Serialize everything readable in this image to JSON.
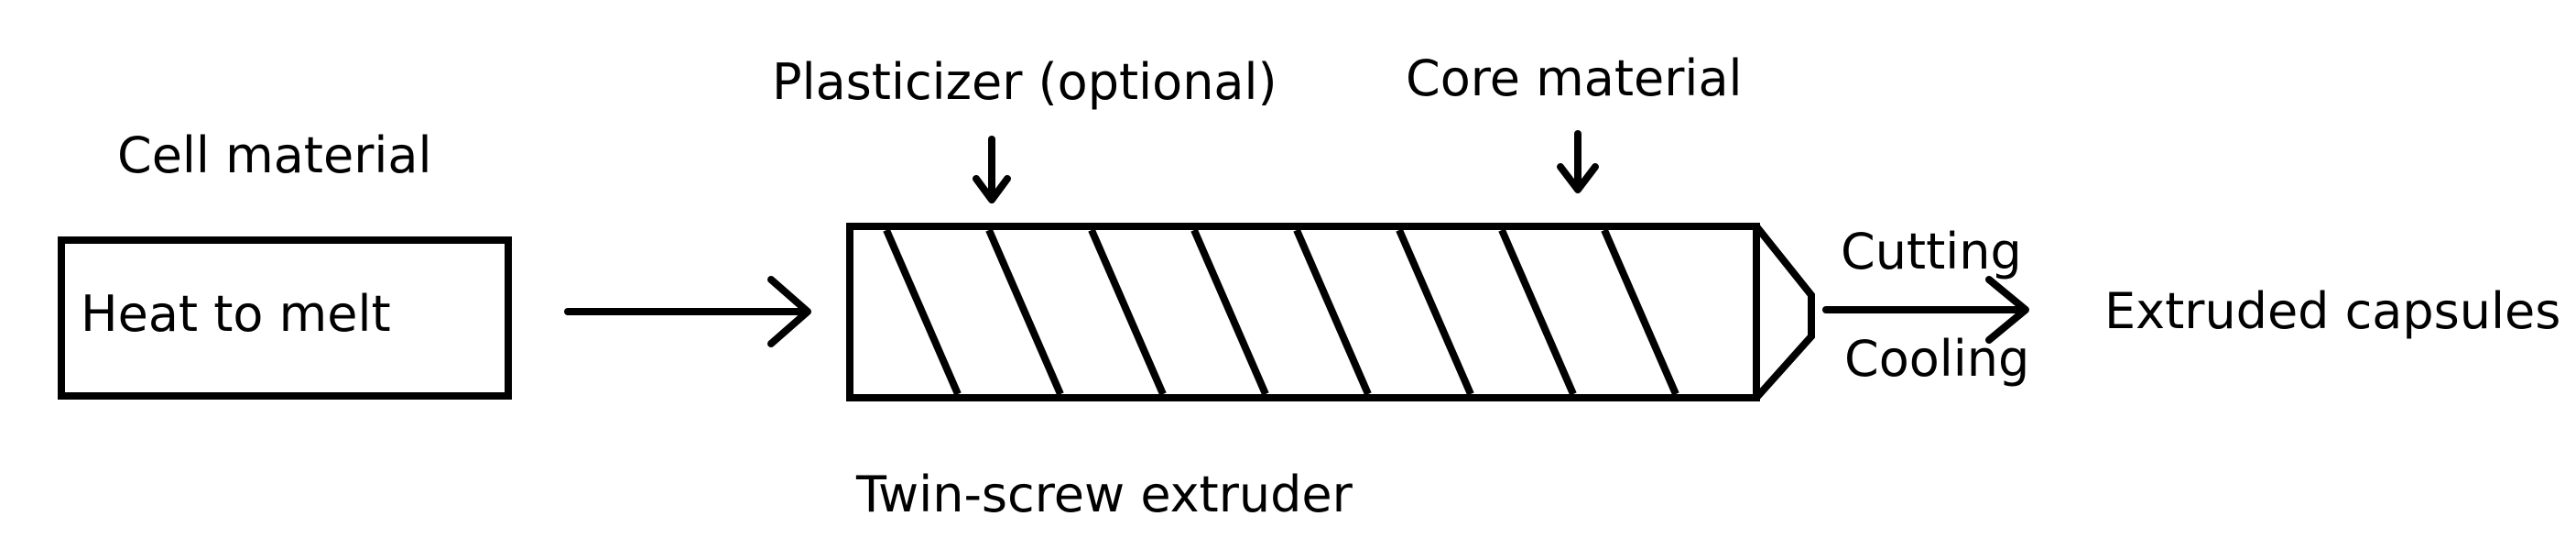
{
  "labels": {
    "cell_material": "Cell material",
    "heat_to_melt": "Heat to melt",
    "plasticizer": "Plasticizer (optional)",
    "core_material": "Core material",
    "cutting": "Cutting",
    "cooling": "Cooling",
    "extruded_capsules": "Extruded capsules",
    "twin_screw_extruder": "Twin-screw extruder"
  },
  "colors": {
    "stroke": "#000000",
    "background": "#ffffff"
  },
  "icons": {
    "feed_arrow": "down-arrow-icon",
    "flow_arrow": "right-arrow-icon",
    "screw": "screw-flights"
  },
  "screw_flight_count": 8
}
